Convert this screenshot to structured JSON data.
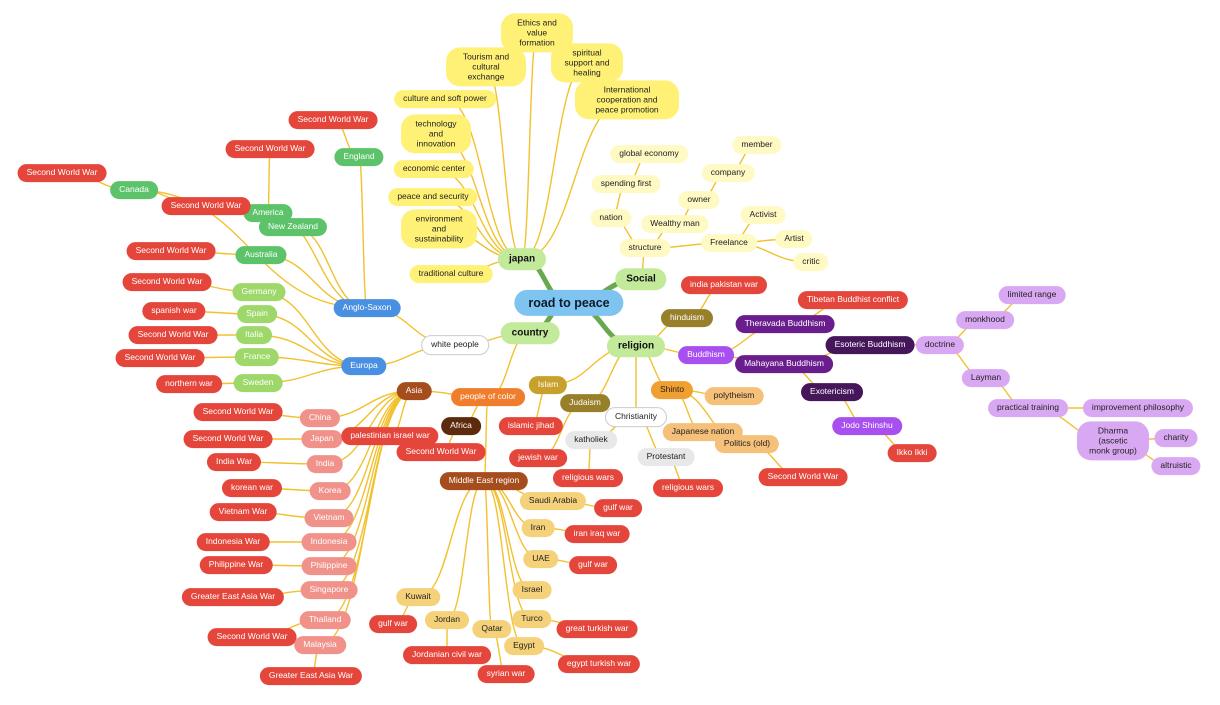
{
  "colors": {
    "line_yellow": "#f2c12e",
    "line_green": "#6aa84f",
    "root_bg": "#7fc4f0",
    "japan": "#fff176",
    "social": "#fff9c4",
    "green_dark": "#5cc36a",
    "green_light": "#9ed86a",
    "red": "#e5463b",
    "salmon": "#f0928a",
    "orange": "#ef7d2b",
    "brown": "#a64d1e",
    "dark_brown": "#5d2a0c",
    "tan": "#f5d17a",
    "gold": "#c8a12c",
    "olive": "#98802a",
    "grey": "#e8e8e8",
    "purple": "#a84ff0",
    "dark_purple": "#6a1e8e",
    "deep_purple": "#45175a",
    "lavender": "#d9a8f2",
    "blue": "#4a90e2"
  },
  "nodes": [
    {
      "id": "root",
      "text": "road to peace",
      "parent": null,
      "style": "root",
      "bg": "#7fc4f0",
      "fg": "#0d1b2a"
    },
    {
      "id": "japan",
      "text": "japan",
      "parent": "root",
      "style": "l1",
      "bg": "#c2ea9a",
      "fg": "#111"
    },
    {
      "id": "social",
      "text": "Social",
      "parent": "root",
      "style": "l1",
      "bg": "#c2ea9a",
      "fg": "#111"
    },
    {
      "id": "country",
      "text": "country",
      "parent": "root",
      "style": "l1",
      "bg": "#c2ea9a",
      "fg": "#111"
    },
    {
      "id": "religion",
      "text": "religion",
      "parent": "root",
      "style": "l1",
      "bg": "#c2ea9a",
      "fg": "#111"
    },
    {
      "id": "j1",
      "text": "Ethics and value formation",
      "parent": "japan",
      "bg": "#fff176",
      "fg": "#222",
      "multi": true
    },
    {
      "id": "j2",
      "text": "Tourism and cultural exchange",
      "parent": "japan",
      "bg": "#fff176",
      "fg": "#222",
      "multi": true
    },
    {
      "id": "j3",
      "text": "spiritual support and healing",
      "parent": "japan",
      "bg": "#fff176",
      "fg": "#222",
      "multi": true
    },
    {
      "id": "j4",
      "text": "culture and  soft power",
      "parent": "japan",
      "bg": "#fff176",
      "fg": "#222"
    },
    {
      "id": "j5",
      "text": "International cooperation and peace promotion",
      "parent": "japan",
      "bg": "#fff176",
      "fg": "#222",
      "multi": true
    },
    {
      "id": "j6",
      "text": "technology and innovation",
      "parent": "japan",
      "bg": "#fff176",
      "fg": "#222",
      "multi": true
    },
    {
      "id": "j7",
      "text": "economic center",
      "parent": "japan",
      "bg": "#fff176",
      "fg": "#222"
    },
    {
      "id": "j8",
      "text": "peace and security",
      "parent": "japan",
      "bg": "#fff176",
      "fg": "#222"
    },
    {
      "id": "j9",
      "text": "environment and sustainability",
      "parent": "japan",
      "bg": "#fff176",
      "fg": "#222",
      "multi": true
    },
    {
      "id": "j10",
      "text": "traditional culture",
      "parent": "japan",
      "bg": "#fff176",
      "fg": "#222"
    },
    {
      "id": "s_structure",
      "text": "structure",
      "parent": "social",
      "bg": "#fff9c4",
      "fg": "#222"
    },
    {
      "id": "s_nation",
      "text": "nation",
      "parent": "s_structure",
      "bg": "#fff9c4",
      "fg": "#222"
    },
    {
      "id": "s_spending",
      "text": "spending first",
      "parent": "s_nation",
      "bg": "#fff9c4",
      "fg": "#222"
    },
    {
      "id": "s_global",
      "text": "global economy",
      "parent": "s_spending",
      "bg": "#fff9c4",
      "fg": "#222"
    },
    {
      "id": "s_wealthy",
      "text": "Wealthy man",
      "parent": "s_structure",
      "bg": "#fff9c4",
      "fg": "#222"
    },
    {
      "id": "s_owner",
      "text": "owner",
      "parent": "s_wealthy",
      "bg": "#fff9c4",
      "fg": "#222"
    },
    {
      "id": "s_company",
      "text": "company",
      "parent": "s_owner",
      "bg": "#fff9c4",
      "fg": "#222"
    },
    {
      "id": "s_member",
      "text": "member",
      "parent": "s_company",
      "bg": "#fff9c4",
      "fg": "#222"
    },
    {
      "id": "s_freelance",
      "text": "Freelance",
      "parent": "s_structure",
      "bg": "#fff9c4",
      "fg": "#222"
    },
    {
      "id": "s_activist",
      "text": "Activist",
      "parent": "s_freelance",
      "bg": "#fff9c4",
      "fg": "#222"
    },
    {
      "id": "s_artist",
      "text": "Artist",
      "parent": "s_freelance",
      "bg": "#fff9c4",
      "fg": "#222"
    },
    {
      "id": "s_critic",
      "text": "critic",
      "parent": "s_freelance",
      "bg": "#fff9c4",
      "fg": "#222"
    },
    {
      "id": "c_white",
      "text": "white people",
      "parent": "country",
      "bg": "#ffffff",
      "fg": "#222",
      "border": "#cccccc"
    },
    {
      "id": "c_anglo",
      "text": "Anglo-Saxon",
      "parent": "c_white",
      "bg": "#4a90e2",
      "fg": "#ffffff"
    },
    {
      "id": "c_england",
      "text": "England",
      "parent": "c_anglo",
      "bg": "#5cc36a",
      "fg": "#ffffff"
    },
    {
      "id": "c_england_w",
      "text": "Second World War",
      "parent": "c_england",
      "bg": "#e5463b",
      "fg": "#ffffff"
    },
    {
      "id": "c_america",
      "text": "America",
      "parent": "c_anglo",
      "bg": "#5cc36a",
      "fg": "#ffffff"
    },
    {
      "id": "c_america_w",
      "text": "Second World War",
      "parent": "c_america",
      "bg": "#e5463b",
      "fg": "#ffffff"
    },
    {
      "id": "c_canada",
      "text": "Canada",
      "parent": "c_anglo",
      "bg": "#5cc36a",
      "fg": "#ffffff"
    },
    {
      "id": "c_canada_w",
      "text": "Second World War",
      "parent": "c_canada",
      "bg": "#e5463b",
      "fg": "#ffffff"
    },
    {
      "id": "c_canada_w2",
      "text": "Second World War",
      "parent": "c_canada",
      "bg": "#e5463b",
      "fg": "#ffffff"
    },
    {
      "id": "c_nz",
      "text": "New Zealand",
      "parent": "c_anglo",
      "bg": "#5cc36a",
      "fg": "#ffffff"
    },
    {
      "id": "c_australia",
      "text": "Australia",
      "parent": "c_anglo",
      "bg": "#5cc36a",
      "fg": "#ffffff"
    },
    {
      "id": "c_australia_w",
      "text": "Second World War",
      "parent": "c_australia",
      "bg": "#e5463b",
      "fg": "#ffffff"
    },
    {
      "id": "c_europa",
      "text": "Europa",
      "parent": "c_white",
      "bg": "#4a90e2",
      "fg": "#ffffff"
    },
    {
      "id": "c_germany",
      "text": "Germany",
      "parent": "c_europa",
      "bg": "#9ed86a",
      "fg": "#ffffff"
    },
    {
      "id": "c_germany_w",
      "text": "Second World War",
      "parent": "c_germany",
      "bg": "#e5463b",
      "fg": "#ffffff"
    },
    {
      "id": "c_spain",
      "text": "Spain",
      "parent": "c_europa",
      "bg": "#9ed86a",
      "fg": "#ffffff"
    },
    {
      "id": "c_spain_w",
      "text": "spanish war",
      "parent": "c_spain",
      "bg": "#e5463b",
      "fg": "#ffffff"
    },
    {
      "id": "c_italia",
      "text": "Italia",
      "parent": "c_europa",
      "bg": "#9ed86a",
      "fg": "#ffffff"
    },
    {
      "id": "c_italia_w",
      "text": "Second World War",
      "parent": "c_italia",
      "bg": "#e5463b",
      "fg": "#ffffff"
    },
    {
      "id": "c_france",
      "text": "France",
      "parent": "c_europa",
      "bg": "#9ed86a",
      "fg": "#ffffff"
    },
    {
      "id": "c_france_w",
      "text": "Second World War",
      "parent": "c_france",
      "bg": "#e5463b",
      "fg": "#ffffff"
    },
    {
      "id": "c_sweden",
      "text": "Sweden",
      "parent": "c_europa",
      "bg": "#9ed86a",
      "fg": "#ffffff"
    },
    {
      "id": "c_sweden_w",
      "text": "northern war",
      "parent": "c_sweden",
      "bg": "#e5463b",
      "fg": "#ffffff"
    },
    {
      "id": "c_color",
      "text": "people of color",
      "parent": "country",
      "bg": "#ef7d2b",
      "fg": "#ffffff"
    },
    {
      "id": "c_asia",
      "text": "Asia",
      "parent": "c_color",
      "bg": "#a64d1e",
      "fg": "#ffffff"
    },
    {
      "id": "a_china",
      "text": "China",
      "parent": "c_asia",
      "bg": "#f0928a",
      "fg": "#ffffff"
    },
    {
      "id": "a_china_w",
      "text": "Second World War",
      "parent": "a_china",
      "bg": "#e5463b",
      "fg": "#ffffff"
    },
    {
      "id": "a_japan",
      "text": "Japan",
      "parent": "c_asia",
      "bg": "#f0928a",
      "fg": "#ffffff"
    },
    {
      "id": "a_japan_w",
      "text": "Second World War",
      "parent": "a_japan",
      "bg": "#e5463b",
      "fg": "#ffffff"
    },
    {
      "id": "a_pal",
      "text": "palestinian israel war",
      "parent": "c_asia",
      "bg": "#e5463b",
      "fg": "#ffffff"
    },
    {
      "id": "a_india",
      "text": "India",
      "parent": "c_asia",
      "bg": "#f0928a",
      "fg": "#ffffff"
    },
    {
      "id": "a_india_w",
      "text": "India War",
      "parent": "a_india",
      "bg": "#e5463b",
      "fg": "#ffffff"
    },
    {
      "id": "a_korea",
      "text": "Korea",
      "parent": "c_asia",
      "bg": "#f0928a",
      "fg": "#ffffff"
    },
    {
      "id": "a_korea_w",
      "text": "korean war",
      "parent": "a_korea",
      "bg": "#e5463b",
      "fg": "#ffffff"
    },
    {
      "id": "a_vietnam",
      "text": "Vietnam",
      "parent": "c_asia",
      "bg": "#f0928a",
      "fg": "#ffffff"
    },
    {
      "id": "a_vietnam_w",
      "text": "Vietnam War",
      "parent": "a_vietnam",
      "bg": "#e5463b",
      "fg": "#ffffff"
    },
    {
      "id": "a_indonesia",
      "text": "Indonesia",
      "parent": "c_asia",
      "bg": "#f0928a",
      "fg": "#ffffff"
    },
    {
      "id": "a_indonesia_w",
      "text": "Indonesia War",
      "parent": "a_indonesia",
      "bg": "#e5463b",
      "fg": "#ffffff"
    },
    {
      "id": "a_phil",
      "text": "Philippine",
      "parent": "c_asia",
      "bg": "#f0928a",
      "fg": "#ffffff"
    },
    {
      "id": "a_phil_w",
      "text": "Philippine War",
      "parent": "a_phil",
      "bg": "#e5463b",
      "fg": "#ffffff"
    },
    {
      "id": "a_sing",
      "text": "Singapore",
      "parent": "c_asia",
      "bg": "#f0928a",
      "fg": "#ffffff"
    },
    {
      "id": "a_sing_w",
      "text": "Greater East Asia War",
      "parent": "a_sing",
      "bg": "#e5463b",
      "fg": "#ffffff"
    },
    {
      "id": "a_thai",
      "text": "Thailand",
      "parent": "c_asia",
      "bg": "#f0928a",
      "fg": "#ffffff"
    },
    {
      "id": "a_thai_w",
      "text": "Second World War",
      "parent": "a_thai",
      "bg": "#e5463b",
      "fg": "#ffffff"
    },
    {
      "id": "a_malay",
      "text": "Malaysia",
      "parent": "c_asia",
      "bg": "#f0928a",
      "fg": "#ffffff"
    },
    {
      "id": "a_malay_w",
      "text": "Greater East Asia War",
      "parent": "a_malay",
      "bg": "#e5463b",
      "fg": "#ffffff"
    },
    {
      "id": "c_africa",
      "text": "Africa",
      "parent": "c_color",
      "bg": "#5d2a0c",
      "fg": "#ffffff"
    },
    {
      "id": "c_africa_w",
      "text": "Second World War",
      "parent": "c_africa",
      "bg": "#e5463b",
      "fg": "#ffffff"
    },
    {
      "id": "c_me",
      "text": "Middle East region",
      "parent": "c_color",
      "bg": "#a64d1e",
      "fg": "#ffffff"
    },
    {
      "id": "m_saudi",
      "text": "Saudi Arabia",
      "parent": "c_me",
      "bg": "#f5d17a",
      "fg": "#222"
    },
    {
      "id": "m_saudi_w",
      "text": "gulf war",
      "parent": "m_saudi",
      "bg": "#e5463b",
      "fg": "#ffffff"
    },
    {
      "id": "m_iran",
      "text": "Iran",
      "parent": "c_me",
      "bg": "#f5d17a",
      "fg": "#222"
    },
    {
      "id": "m_iran_w",
      "text": "iran iraq war",
      "parent": "m_iran",
      "bg": "#e5463b",
      "fg": "#ffffff"
    },
    {
      "id": "m_uae",
      "text": "UAE",
      "parent": "c_me",
      "bg": "#f5d17a",
      "fg": "#222"
    },
    {
      "id": "m_uae_w",
      "text": "gulf war",
      "parent": "m_uae",
      "bg": "#e5463b",
      "fg": "#ffffff"
    },
    {
      "id": "m_israel",
      "text": "Israel",
      "parent": "c_me",
      "bg": "#f5d17a",
      "fg": "#222"
    },
    {
      "id": "m_kuwait",
      "text": "Kuwait",
      "parent": "c_me",
      "bg": "#f5d17a",
      "fg": "#222"
    },
    {
      "id": "m_kuwait_w",
      "text": "gulf war",
      "parent": "m_kuwait",
      "bg": "#e5463b",
      "fg": "#ffffff"
    },
    {
      "id": "m_jordan",
      "text": "Jordan",
      "parent": "c_me",
      "bg": "#f5d17a",
      "fg": "#222"
    },
    {
      "id": "m_jordan_w",
      "text": "Jordanian civil war",
      "parent": "m_jordan",
      "bg": "#e5463b",
      "fg": "#ffffff"
    },
    {
      "id": "m_qatar",
      "text": "Qatar",
      "parent": "c_me",
      "bg": "#f5d17a",
      "fg": "#222"
    },
    {
      "id": "m_qatar_w",
      "text": "syrian war",
      "parent": "m_qatar",
      "bg": "#e5463b",
      "fg": "#ffffff"
    },
    {
      "id": "m_turco",
      "text": "Turco",
      "parent": "c_me",
      "bg": "#f5d17a",
      "fg": "#222"
    },
    {
      "id": "m_turco_w",
      "text": "great turkish war",
      "parent": "m_turco",
      "bg": "#e5463b",
      "fg": "#ffffff"
    },
    {
      "id": "m_egypt",
      "text": "Egypt",
      "parent": "c_me",
      "bg": "#f5d17a",
      "fg": "#222"
    },
    {
      "id": "m_egypt_w",
      "text": "egypt turkish war",
      "parent": "m_egypt",
      "bg": "#e5463b",
      "fg": "#ffffff"
    },
    {
      "id": "r_hinduism",
      "text": "hinduism",
      "parent": "religion",
      "bg": "#98802a",
      "fg": "#ffffff"
    },
    {
      "id": "r_hind_w",
      "text": "india pakistan war",
      "parent": "r_hinduism",
      "bg": "#e5463b",
      "fg": "#ffffff"
    },
    {
      "id": "r_islam",
      "text": "Islam",
      "parent": "religion",
      "bg": "#c8a12c",
      "fg": "#ffffff"
    },
    {
      "id": "r_islam_w",
      "text": "islamic jihad",
      "parent": "r_islam",
      "bg": "#e5463b",
      "fg": "#ffffff"
    },
    {
      "id": "r_judaism",
      "text": "Judaism",
      "parent": "religion",
      "bg": "#98802a",
      "fg": "#ffffff"
    },
    {
      "id": "r_jud_w",
      "text": "jewish war",
      "parent": "r_judaism",
      "bg": "#e5463b",
      "fg": "#ffffff"
    },
    {
      "id": "r_christ",
      "text": "Christianity",
      "parent": "religion",
      "bg": "#ffffff",
      "fg": "#222",
      "border": "#cccccc"
    },
    {
      "id": "r_kath",
      "text": "katholiek",
      "parent": "r_christ",
      "bg": "#e8e8e8",
      "fg": "#222"
    },
    {
      "id": "r_kath_w",
      "text": "religious wars",
      "parent": "r_kath",
      "bg": "#e5463b",
      "fg": "#ffffff"
    },
    {
      "id": "r_prot",
      "text": "Protestant",
      "parent": "r_christ",
      "bg": "#e8e8e8",
      "fg": "#222"
    },
    {
      "id": "r_prot_w",
      "text": "religious wars",
      "parent": "r_prot",
      "bg": "#e5463b",
      "fg": "#ffffff"
    },
    {
      "id": "r_shinto",
      "text": "Shinto",
      "parent": "religion",
      "bg": "#f0a030",
      "fg": "#222"
    },
    {
      "id": "r_poly",
      "text": "polytheism",
      "parent": "r_shinto",
      "bg": "#f5c07a",
      "fg": "#222"
    },
    {
      "id": "r_jnation",
      "text": "Japanese nation",
      "parent": "r_shinto",
      "bg": "#f5c07a",
      "fg": "#222"
    },
    {
      "id": "r_polold",
      "text": "Politics (old)",
      "parent": "r_shinto",
      "bg": "#f5c07a",
      "fg": "#222"
    },
    {
      "id": "r_polold_w",
      "text": "Second World War",
      "parent": "r_polold",
      "bg": "#e5463b",
      "fg": "#ffffff"
    },
    {
      "id": "r_buddhism",
      "text": "Buddhism",
      "parent": "religion",
      "bg": "#a84ff0",
      "fg": "#ffffff"
    },
    {
      "id": "r_thera",
      "text": "Theravada Buddhism",
      "parent": "r_buddhism",
      "bg": "#6a1e8e",
      "fg": "#ffffff"
    },
    {
      "id": "r_tib",
      "text": "Tibetan Buddhist conflict",
      "parent": "r_thera",
      "bg": "#e5463b",
      "fg": "#ffffff"
    },
    {
      "id": "r_maha",
      "text": "Mahayana Buddhism",
      "parent": "r_buddhism",
      "bg": "#6a1e8e",
      "fg": "#ffffff"
    },
    {
      "id": "r_esoteric",
      "text": "Esoteric Buddhism",
      "parent": "r_maha",
      "bg": "#45175a",
      "fg": "#ffffff"
    },
    {
      "id": "r_exo",
      "text": "Exotericism",
      "parent": "r_maha",
      "bg": "#45175a",
      "fg": "#ffffff"
    },
    {
      "id": "r_jodo",
      "text": "Jodo Shinshu",
      "parent": "r_exo",
      "bg": "#a84ff0",
      "fg": "#ffffff"
    },
    {
      "id": "r_ikko",
      "text": "Ikko Ikki",
      "parent": "r_jodo",
      "bg": "#e5463b",
      "fg": "#ffffff"
    },
    {
      "id": "r_doctrine",
      "text": "doctrine",
      "parent": "r_esoteric",
      "bg": "#d9a8f2",
      "fg": "#222"
    },
    {
      "id": "r_monkhood",
      "text": "monkhood",
      "parent": "r_doctrine",
      "bg": "#d9a8f2",
      "fg": "#222"
    },
    {
      "id": "r_limited",
      "text": "limited range",
      "parent": "r_monkhood",
      "bg": "#d9a8f2",
      "fg": "#222"
    },
    {
      "id": "r_layman",
      "text": "Layman",
      "parent": "r_doctrine",
      "bg": "#d9a8f2",
      "fg": "#222"
    },
    {
      "id": "r_practical",
      "text": "practical training",
      "parent": "r_layman",
      "bg": "#d9a8f2",
      "fg": "#222"
    },
    {
      "id": "r_improve",
      "text": "improvement philosophy",
      "parent": "r_practical",
      "bg": "#d9a8f2",
      "fg": "#222"
    },
    {
      "id": "r_dharma",
      "text": "Dharma (ascetic monk group)",
      "parent": "r_practical",
      "bg": "#d9a8f2",
      "fg": "#222",
      "multi": true
    },
    {
      "id": "r_charity",
      "text": "charity",
      "parent": "r_dharma",
      "bg": "#d9a8f2",
      "fg": "#222"
    },
    {
      "id": "r_altru",
      "text": "altruistic",
      "parent": "r_dharma",
      "bg": "#d9a8f2",
      "fg": "#222"
    }
  ]
}
